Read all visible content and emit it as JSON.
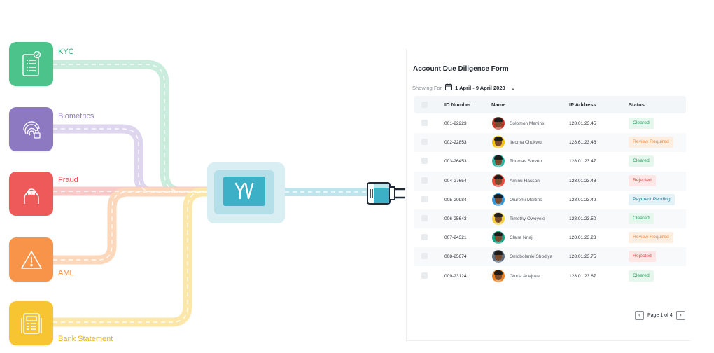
{
  "sources": [
    {
      "key": "kyc",
      "label": "KYC",
      "icon": "kyc-document-icon",
      "color": "#4cc38a",
      "label_color": "#3aa77a",
      "pipe_color": "#c9ecdc"
    },
    {
      "key": "biometrics",
      "label": "Biometrics",
      "icon": "fingerprint-icon",
      "color": "#8c79c2",
      "label_color": "#8c79c2",
      "pipe_color": "#ddd6ee"
    },
    {
      "key": "fraud",
      "label": "Fraud",
      "icon": "hooded-person-icon",
      "color": "#ee5a5a",
      "label_color": "#e14f4f",
      "pipe_color": "#f7c9c9"
    },
    {
      "key": "aml",
      "label": "AML",
      "icon": "warning-triangle-icon",
      "color": "#f8944a",
      "label_color": "#f0893c",
      "pipe_color": "#fbd7bb"
    },
    {
      "key": "bank_statement",
      "label": "Bank Statement",
      "icon": "bank-statement-icon",
      "color": "#f7c531",
      "label_color": "#e8b41c",
      "pipe_color": "#fbe7a9"
    }
  ],
  "hub": {
    "logo_text": "YV",
    "color": "#3bb0c6",
    "pipe_color": "#bfe4ec"
  },
  "table_panel": {
    "title": "Account Due Diligence Form",
    "filter_label": "Showing For",
    "date_range": "1 April - 9 April 2020",
    "columns": [
      "ID Number",
      "Name",
      "IP Address",
      "Status"
    ],
    "rows": [
      {
        "id": "001-22223",
        "name": "Solomon Martins",
        "ip": "128.01.23.45",
        "status": "Cleared",
        "status_type": "cleared"
      },
      {
        "id": "002-22853",
        "name": "Ifeoma Chukwu",
        "ip": "128.61.23.46",
        "status": "Review Required",
        "status_type": "review"
      },
      {
        "id": "003-26453",
        "name": "Thomas Steven",
        "ip": "128.01.23.47",
        "status": "Cleared",
        "status_type": "cleared"
      },
      {
        "id": "004-27654",
        "name": "Aminu Hassan",
        "ip": "128.01.23.48",
        "status": "Rejected",
        "status_type": "rejected"
      },
      {
        "id": "005-20984",
        "name": "Oluremi Martins",
        "ip": "128.01.23.49",
        "status": "Payment Pending",
        "status_type": "pending"
      },
      {
        "id": "006-25643",
        "name": "Timothy Owoyele",
        "ip": "128.01.23.50",
        "status": "Cleared",
        "status_type": "cleared"
      },
      {
        "id": "007-24321",
        "name": "Claire Nnaji",
        "ip": "128.01.23.23",
        "status": "Review Required",
        "status_type": "review"
      },
      {
        "id": "008-25674",
        "name": "Omobolanle Shodiya",
        "ip": "128.01.23.75",
        "status": "Rejected",
        "status_type": "rejected"
      },
      {
        "id": "009-23124",
        "name": "Gloria Adejuke",
        "ip": "128.01.23.67",
        "status": "Cleared",
        "status_type": "cleared"
      }
    ],
    "avatar_colors": [
      "#c0392b",
      "#f1c40f",
      "#2bb3a3",
      "#e74c3c",
      "#3498db",
      "#f4d03f",
      "#16a085",
      "#5d6d7e",
      "#e67e22"
    ],
    "pagination": "Page 1 of 4",
    "status_styles": {
      "cleared": {
        "bg": "#e6f7ee",
        "fg": "#27a460"
      },
      "review": {
        "bg": "#fdeee2",
        "fg": "#f0893c"
      },
      "rejected": {
        "bg": "#fde6e6",
        "fg": "#e14f4f"
      },
      "pending": {
        "bg": "#e2f2f7",
        "fg": "#1f7f95"
      }
    }
  }
}
